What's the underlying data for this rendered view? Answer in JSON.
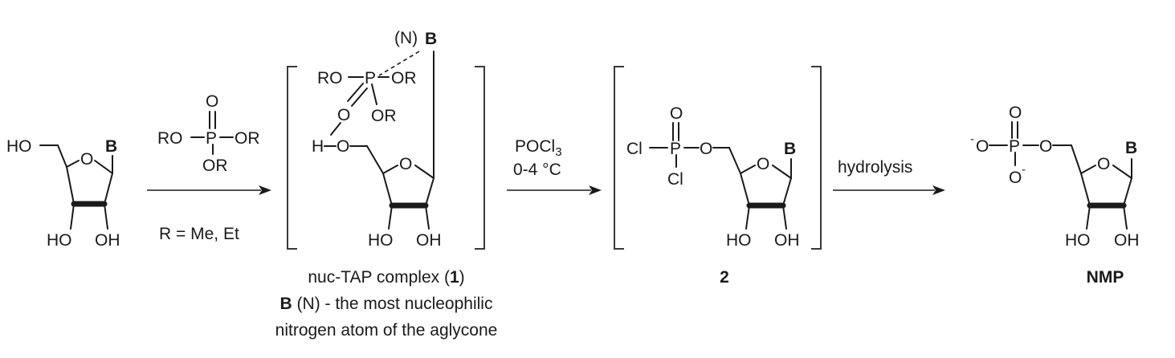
{
  "molecules": {
    "nucleoside": {
      "ho5": "HO",
      "ring_o": "O",
      "base": "B",
      "ho3": "HO",
      "oh2": "OH"
    },
    "tap": {
      "o_top": "O",
      "p": "P",
      "ro_left": "RO",
      "or_right": "OR",
      "or_bottom": "OR"
    },
    "complex": {
      "n_label": "(N)",
      "base": "B",
      "ro": "RO",
      "p": "P",
      "or1": "OR",
      "o_eq": "O",
      "or2": "OR",
      "h": "H",
      "o5": "O",
      "ring_o": "O",
      "ho3": "HO",
      "oh2": "OH"
    },
    "intermediate": {
      "cl1": "Cl",
      "p": "P",
      "o_top": "O",
      "o5": "O",
      "cl2": "Cl",
      "ring_o": "O",
      "base": "B",
      "ho3": "HO",
      "oh2": "OH"
    },
    "nmp": {
      "o_neg1": "O",
      "charge": "-",
      "p": "P",
      "o_top": "O",
      "o5": "O",
      "o_neg2": "O",
      "ring_o": "O",
      "base": "B",
      "ho3": "HO",
      "oh2": "OH"
    }
  },
  "arrows": {
    "step1_below": "R = Me, Et",
    "step2_above_main": "POCl",
    "step2_above_sub": "3",
    "step2_below": "0-4 °C",
    "step3_above": "hydrolysis"
  },
  "captions": {
    "complex_line1_pre": "nuc-TAP complex (",
    "complex_line1_num": "1",
    "complex_line1_post": ")",
    "complex_line2_bold": "B",
    "complex_line2_rest": " (N) - the most nucleophilic",
    "complex_line3": "nitrogen atom of the aglycone",
    "intermediate_label": "2",
    "product_label": "NMP"
  }
}
